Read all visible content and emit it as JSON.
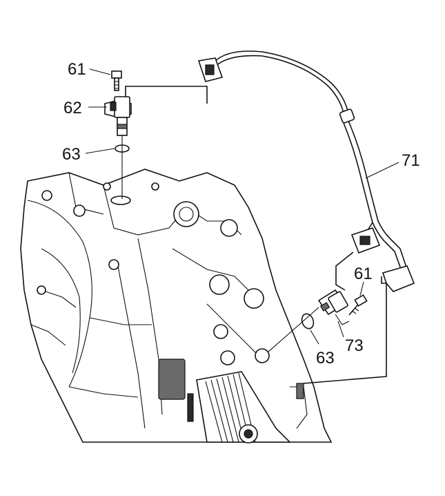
{
  "callouts": {
    "label_61_top": "61",
    "label_62": "62",
    "label_63_top": "63",
    "label_71": "71",
    "label_61_right": "61",
    "label_63_right": "63",
    "label_73": "73"
  },
  "colors": {
    "ink": "#111111",
    "background": "#ffffff",
    "shading": "#6a6a6a"
  }
}
